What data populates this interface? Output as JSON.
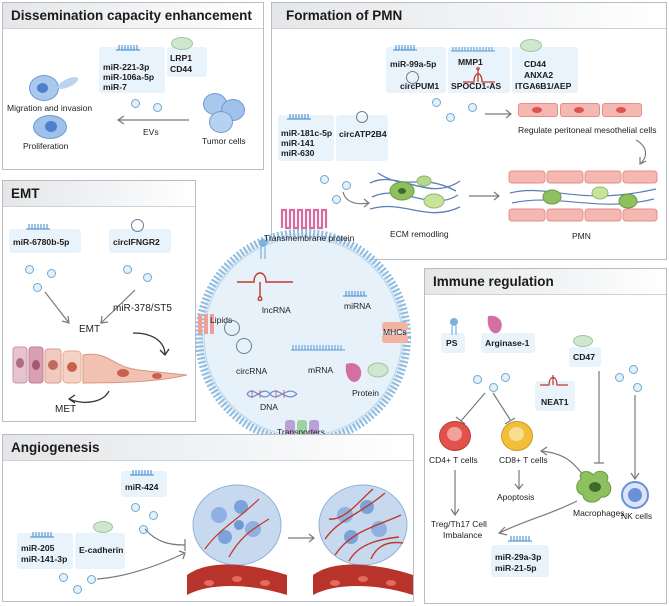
{
  "panels": {
    "dissemination": {
      "title": "Dissemination capacity enhancement",
      "callout": [
        "miR-221-3p",
        "miR-106a-5p",
        "miR-7"
      ],
      "proteins": [
        "LRP1",
        "CD44"
      ],
      "migration": "Migration and invasion",
      "proliferation": "Proliferation",
      "evs": "EVs",
      "tumor_cells": "Tumor cells"
    },
    "pmn": {
      "title": "Formation of PMN",
      "callout1": [
        "miR-99a-5p",
        "circPUM1"
      ],
      "callout1b": [
        "MMP1",
        "SPOCD1-AS"
      ],
      "callout1c": [
        "CD44",
        "ANXA2",
        "ITGA6B1/AEP"
      ],
      "callout2": [
        "miR-181c-5p",
        "miR-141",
        "miR-630"
      ],
      "callout2b": "circATP2B4",
      "regulate": "Regulate peritoneal mesothelial cells",
      "ecm": "ECM remodling",
      "pmn": "PMN"
    },
    "emt": {
      "title": "EMT",
      "mir": "miR-6780b-5p",
      "circ": "circIFNGR2",
      "pathway": "miR-378/ST5",
      "emt": "EMT",
      "met": "MET"
    },
    "center": {
      "transmembrane": "Transmembrane protein",
      "lncrna": "lncRNA",
      "mirna": "miRNA",
      "lipids": "Lipids",
      "mhcs": "MHCs",
      "circrna": "circRNA",
      "mrna": "mRNA",
      "dna": "DNA",
      "protein": "Protein",
      "transporters": "Transporters"
    },
    "immune": {
      "title": "Immune regulation",
      "ps": "PS",
      "arginase": "Arginase-1",
      "cd47": "CD47",
      "neat1": "NEAT1",
      "cd4": "CD4+ T cells",
      "cd8": "CD8+ T cells",
      "apoptosis": "Apoptosis",
      "macrophages": "Macrophages",
      "nk": "NK cells",
      "treg1": "Treg/Th17 Cell",
      "treg2": "Imbalance",
      "mirs": [
        "miR-29a-3p",
        "miR-21-5p"
      ]
    },
    "angio": {
      "title": "Angiogenesis",
      "mir424": "miR-424",
      "mirs": [
        "miR-205",
        "miR-141-3p"
      ],
      "ecad": "E-cadherin"
    }
  },
  "colors": {
    "callout_bg": "#e9f3fb",
    "rna_blue": "#5b9bd5",
    "protein_green": "#cfe6cf",
    "cd4_red": "#e0524a",
    "cd8_yellow": "#f2bf3a",
    "macrophage_green": "#8fc060",
    "nk_blue": "#6b8fd8"
  }
}
